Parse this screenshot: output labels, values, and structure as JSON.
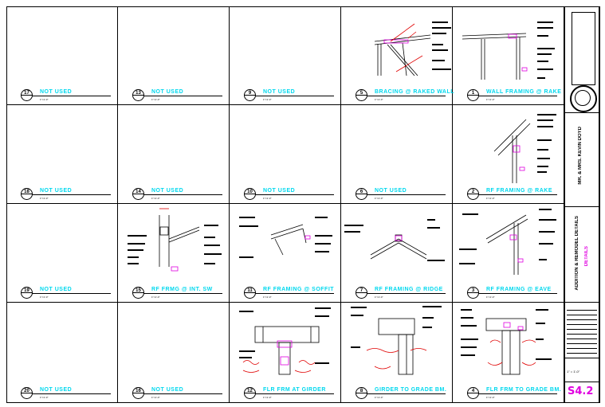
{
  "sheet": {
    "number": "S4.2",
    "project": "MR. & MRS. KEVIN DOYD",
    "drawing_title": "ADDITION & REMODEL DETAILS",
    "scale_text": "1\" = 1'-0\"",
    "details_label": "DETAILS"
  },
  "details": [
    {
      "num": "17",
      "title": "NOT USED",
      "scale": "1\"=1'-0\""
    },
    {
      "num": "13",
      "title": "NOT USED",
      "scale": "1\"=1'-0\""
    },
    {
      "num": "9",
      "title": "NOT USED",
      "scale": "1\"=1'-0\""
    },
    {
      "num": "5",
      "title": "BRACING @ RAKED WALL",
      "scale": "1\"=1'-0\""
    },
    {
      "num": "1",
      "title": "WALL FRAMING @ RAKE",
      "scale": "1\"=1'-0\""
    },
    {
      "num": "18",
      "title": "NOT USED",
      "scale": "1\"=1'-0\""
    },
    {
      "num": "14",
      "title": "NOT USED",
      "scale": "1\"=1'-0\""
    },
    {
      "num": "10",
      "title": "NOT USED",
      "scale": "1\"=1'-0\""
    },
    {
      "num": "6",
      "title": "NOT USED",
      "scale": "1\"=1'-0\""
    },
    {
      "num": "2",
      "title": "RF FRAMING @ RAKE",
      "scale": "1\"=1'-0\""
    },
    {
      "num": "19",
      "title": "NOT USED",
      "scale": "1\"=1'-0\""
    },
    {
      "num": "15",
      "title": "RF FRMG @ INT. SW",
      "scale": "1\"=1'-0\""
    },
    {
      "num": "11",
      "title": "RF FRAMING @ SOFFIT",
      "scale": "1\"=1'-0\""
    },
    {
      "num": "7",
      "title": "RF FRAMING @ RIDGE",
      "scale": "1\"=1'-0\""
    },
    {
      "num": "3",
      "title": "RF FRAMING @ EAVE",
      "scale": "1\"=1'-0\""
    },
    {
      "num": "20",
      "title": "NOT USED",
      "scale": "1\"=1'-0\""
    },
    {
      "num": "16",
      "title": "NOT USED",
      "scale": "1\"=1'-0\""
    },
    {
      "num": "12",
      "title": "FLR FRM AT GIRDER",
      "scale": "1\"=1'-0\""
    },
    {
      "num": "8",
      "title": "GIRDER TO GRADE BM.",
      "scale": "1\"=1'-0\""
    },
    {
      "num": "4",
      "title": "FLR FRM TO GRADE BM.",
      "scale": "1\"=1'-0\""
    }
  ]
}
